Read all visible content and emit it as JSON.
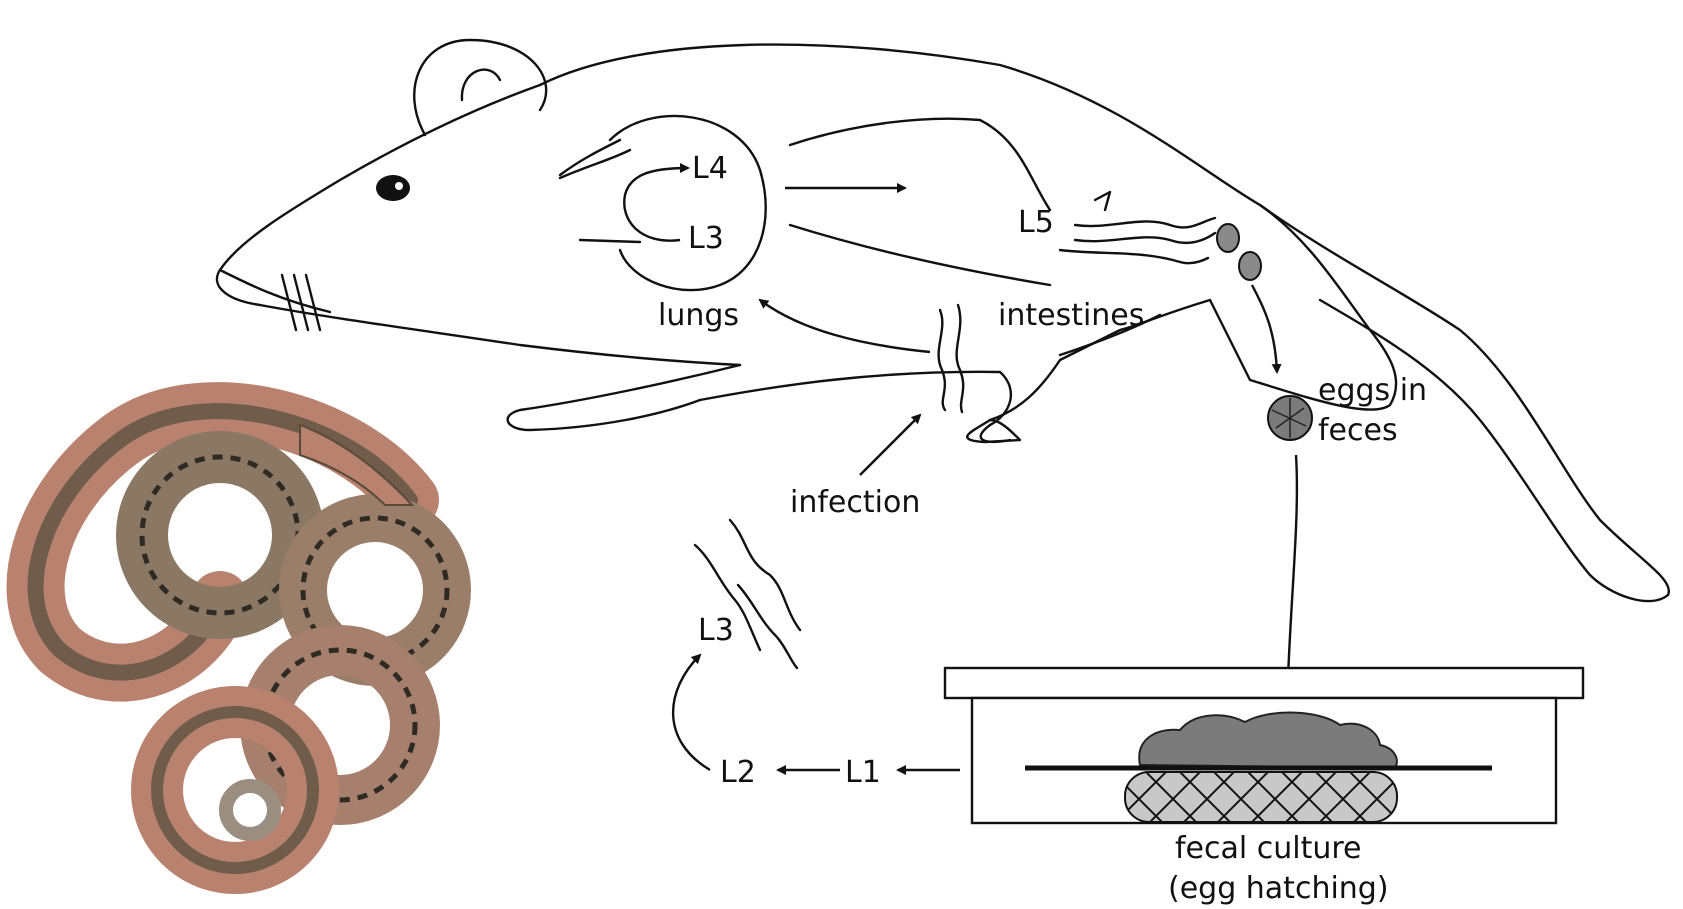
{
  "labels": {
    "l4": "L4",
    "l3_lungs": "L3",
    "lungs": "lungs",
    "l5": "L5",
    "intestines": "intestines",
    "eggs_line1": "eggs in",
    "eggs_line2": "feces",
    "infection": "infection",
    "l3_free": "L3",
    "l2": "L2",
    "l1": "L1",
    "culture_line1": "fecal culture",
    "culture_line2": "(egg hatching)"
  },
  "colors": {
    "line": "#111111",
    "egg_fill": "#8a8a8a",
    "feces_fill": "#7b7b7b",
    "filter_fill": "#c8c8c8",
    "worm_body": "#b9826f",
    "worm_inner": "#6f5c4a",
    "worm_gut": "#2e2a24"
  },
  "icons": {
    "rat": "rat-outline-icon",
    "worm": "nematode-photo-icon",
    "dish": "petri-dish-icon"
  }
}
